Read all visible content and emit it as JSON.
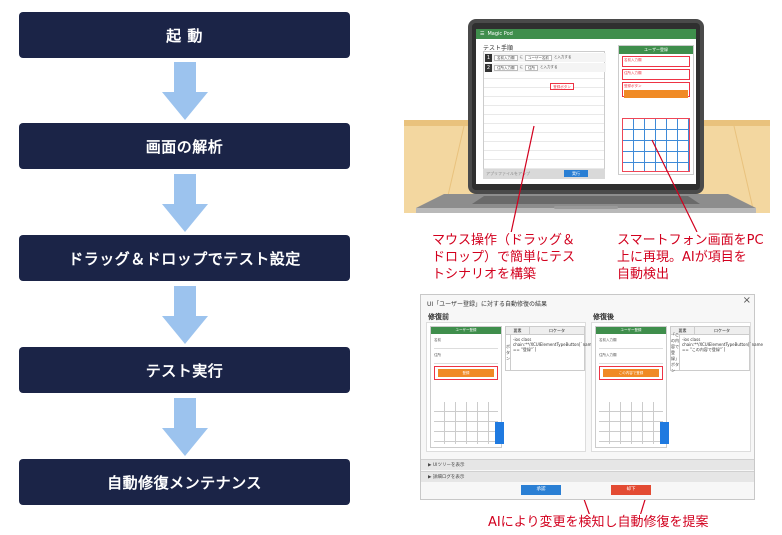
{
  "flow": {
    "steps": [
      "起 動",
      "画面の解析",
      "ドラッグ＆ドロップでテスト設定",
      "テスト実行",
      "自動修復メンテナンス"
    ],
    "step_color": "#1b2447",
    "arrow_color": "#9cc3ee"
  },
  "laptop": {
    "app_name": "Magic Pod",
    "panel_title": "テスト手順",
    "rows": [
      {
        "num": "1",
        "target": "名前入力欄",
        "action": "に",
        "value": "ユーザー名前",
        "verb": "と入力する"
      },
      {
        "num": "2",
        "target": "住所入力欄",
        "action": "に",
        "value": "住所",
        "verb": "と入力する"
      }
    ],
    "drag_tag": "登録ボタン",
    "foot_hint": "アプリファイルをアップ",
    "run_label": "実行",
    "phone_header": "ユーザー登録",
    "phone_fields": [
      "名前入力欄",
      "住所入力欄"
    ],
    "phone_button": "登録ボタン"
  },
  "callouts": {
    "left": [
      "マウス操作（ドラッグ＆",
      "ドロップ）で簡単にテス",
      "トシナリオを構築"
    ],
    "right": [
      "スマートフォン画面をPC",
      "上に再現。AIが項目を",
      "自動検出"
    ],
    "bottom": "AIにより変更を検知し自動修復を提案",
    "color": "#d2001e"
  },
  "dialog": {
    "title": "UI「ユーザー登録」に対する自動修復の結果",
    "close": "×",
    "before_label": "修復前",
    "after_label": "修復後",
    "phone_header": "ユーザー登録",
    "before_fields": [
      "名前",
      "住所"
    ],
    "after_fields": [
      "名前入力欄",
      "住所入力欄"
    ],
    "before_button": "登録",
    "after_button": "この内容で登録",
    "table_head": [
      "要素",
      "ロケータ"
    ],
    "before_key": "ボタン",
    "before_locator": "-ios class chain:**/XCUIElementTypeButton[`name == \"登録\"`]",
    "after_key": "「この内容で登録」ボタン",
    "after_locator": "-ios class chain:**/XCUIElementTypeButton[`name == \"この内容で登録\"`]",
    "expand1": "▶ UIツリーを表示",
    "expand2": "▶ 詳細ログを表示",
    "approve": "承認",
    "reject": "却下"
  }
}
